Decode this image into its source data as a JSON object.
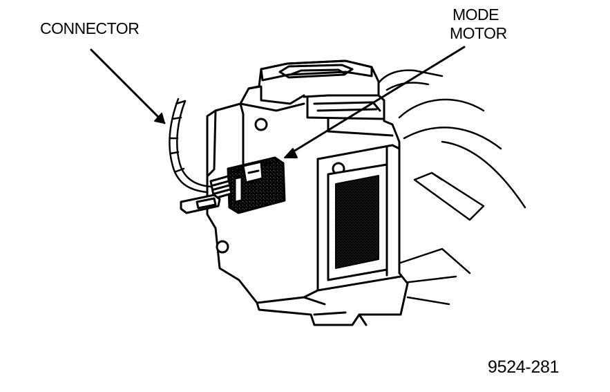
{
  "labels": {
    "connector": "CONNECTOR",
    "mode_line1": "MODE",
    "mode_line2": "MOTOR",
    "figure_number": "9524-281"
  },
  "colors": {
    "ink": "#000000",
    "background": "#ffffff",
    "shading": "#9a9a9a"
  }
}
